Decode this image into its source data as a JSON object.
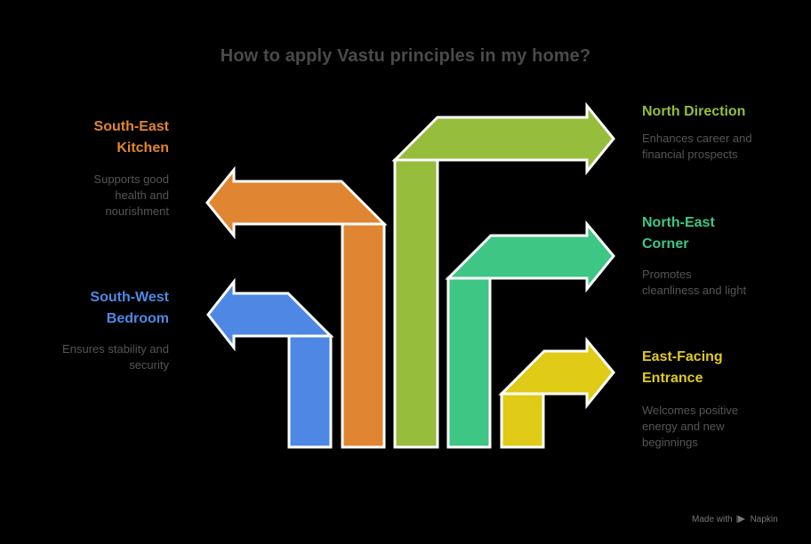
{
  "title": "How to apply Vastu principles in my home?",
  "colors": {
    "background": "#000000",
    "title": "#4a4a4a",
    "description": "#555555",
    "south_west": "#4f88e4",
    "south_east": "#e08532",
    "north": "#96bd3c",
    "north_east": "#3ec684",
    "east": "#e0cb17",
    "outline": "#ffffff"
  },
  "items": [
    {
      "heading_line1": "South-East",
      "heading_line2": "Kitchen",
      "desc_line1": "Supports good",
      "desc_line2": "health and",
      "desc_line3": "nourishment",
      "color": "#e08532",
      "direction": "left"
    },
    {
      "heading_line1": "South-West",
      "heading_line2": "Bedroom",
      "desc_line1": "Ensures stability and",
      "desc_line2": "security",
      "color": "#4f88e4",
      "direction": "left"
    },
    {
      "heading_line1": "North Direction",
      "desc_line1": "Enhances career and",
      "desc_line2": "financial prospects",
      "color": "#96bd3c",
      "direction": "right"
    },
    {
      "heading_line1": "North-East",
      "heading_line2": "Corner",
      "desc_line1": "Promotes",
      "desc_line2": "cleanliness and light",
      "color": "#3ec684",
      "direction": "right"
    },
    {
      "heading_line1": "East-Facing",
      "heading_line2": "Entrance",
      "desc_line1": "Welcomes positive",
      "desc_line2": "energy and new",
      "desc_line3": "beginnings",
      "color": "#e0cb17",
      "direction": "right"
    }
  ],
  "footer": {
    "made_with": "Made with",
    "brand": "Napkin"
  }
}
